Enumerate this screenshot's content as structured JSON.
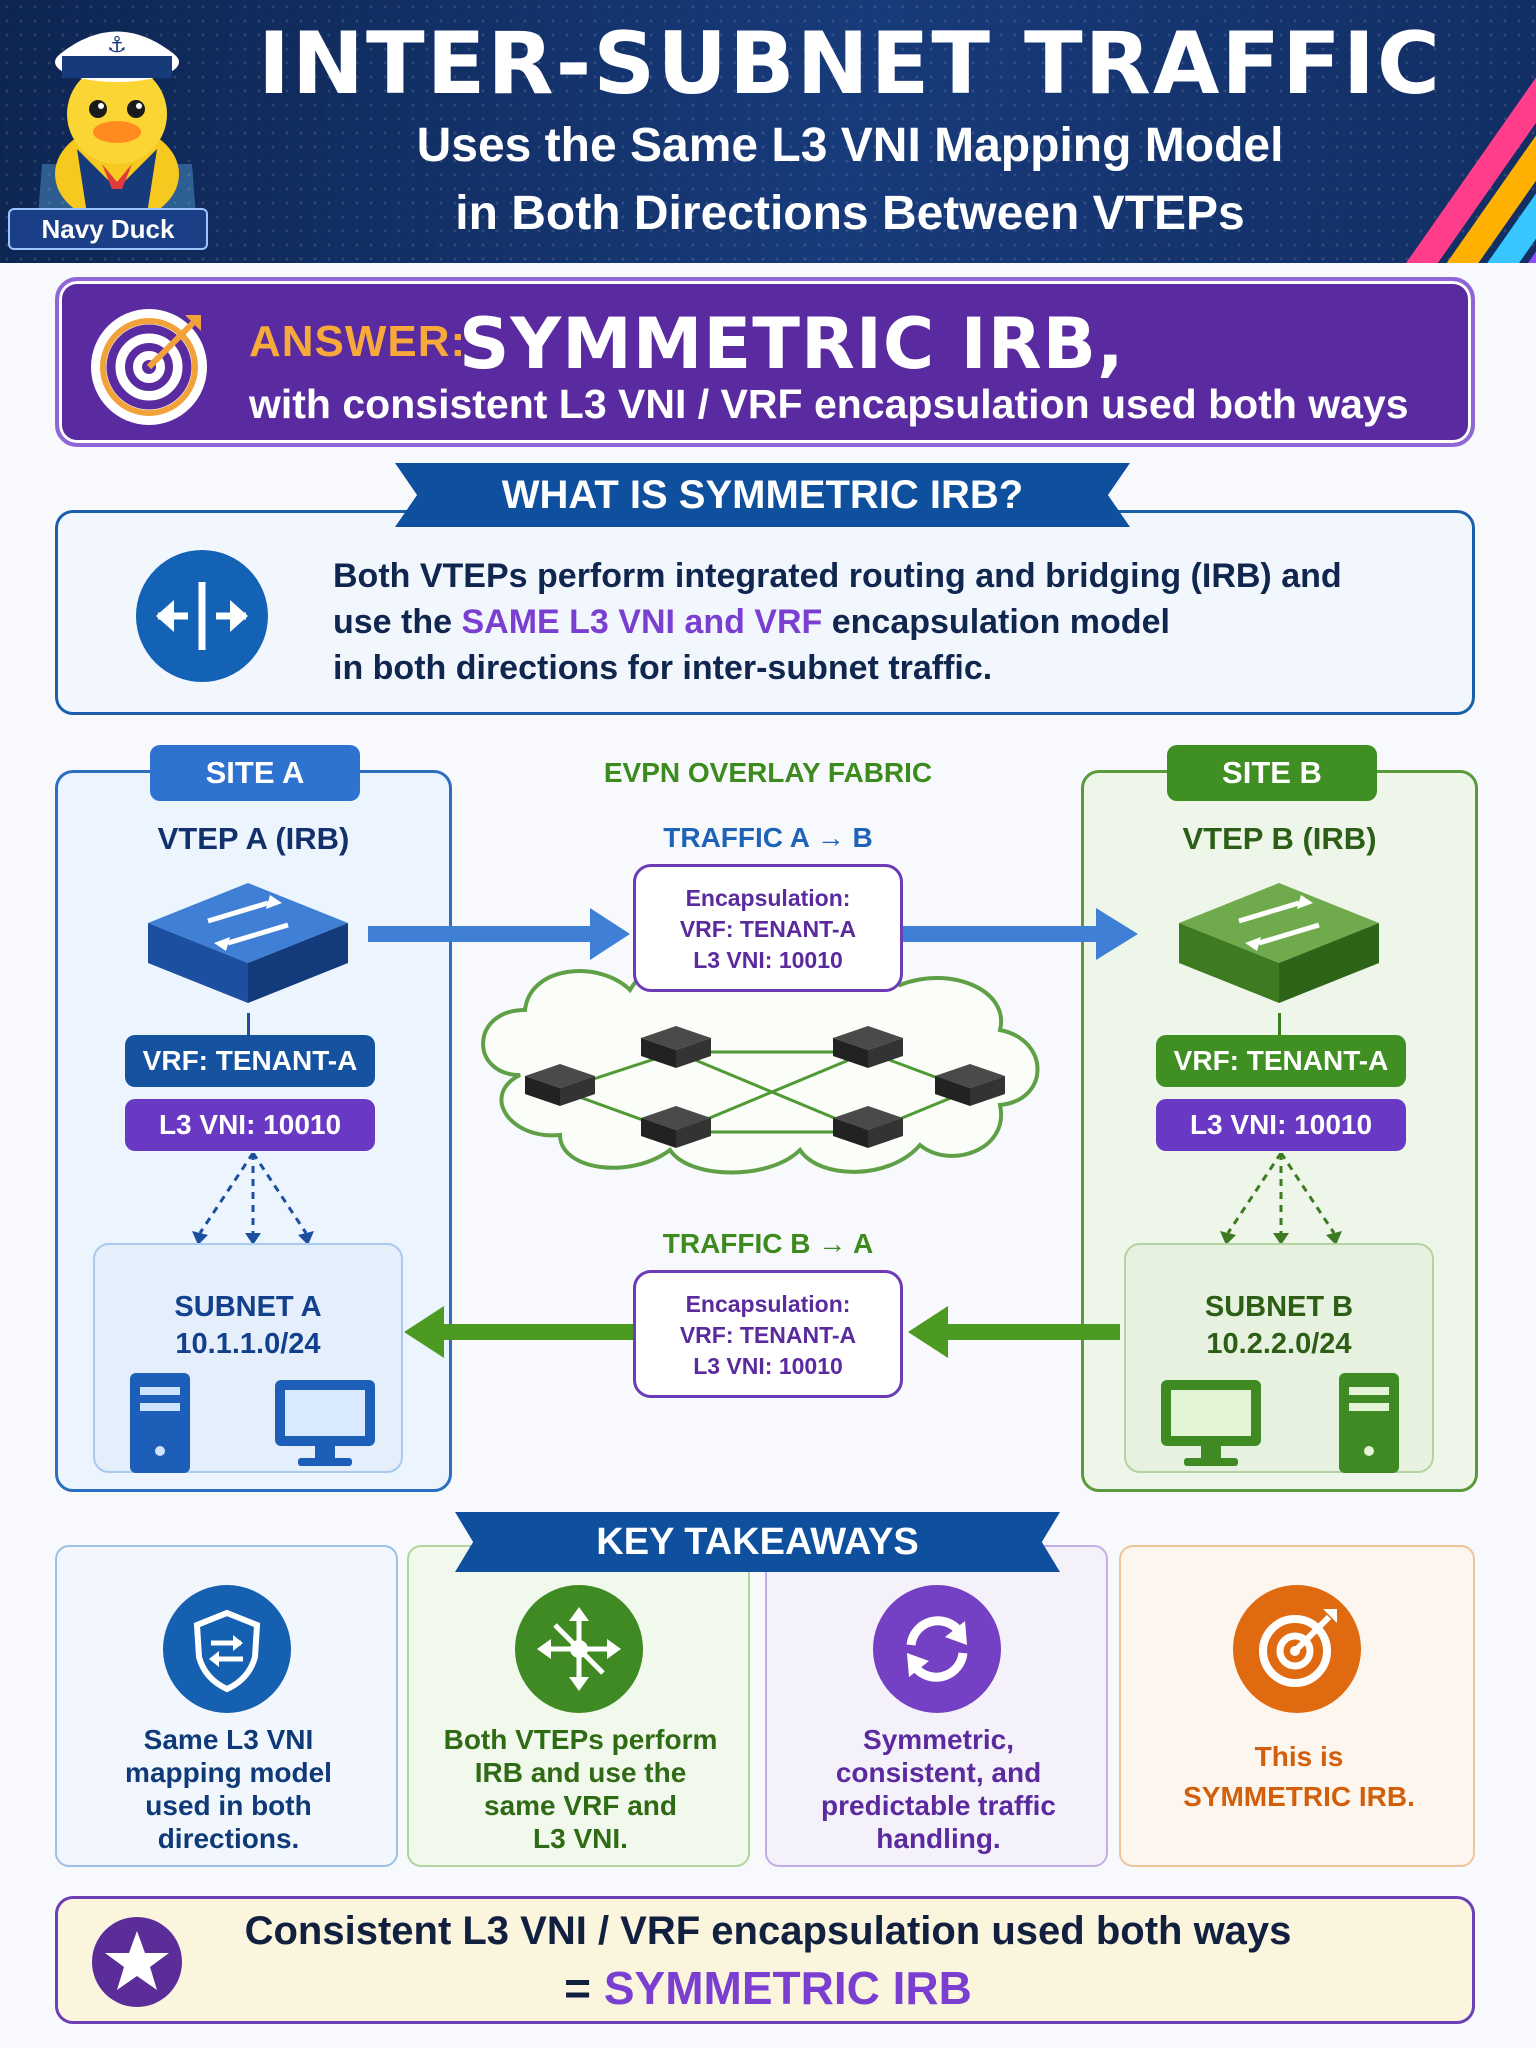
{
  "header": {
    "title": "INTER-SUBNET TRAFFIC",
    "subtitle_line1": "Uses the Same L3 VNI Mapping Model",
    "subtitle_line2": "in Both Directions Between VTEPs",
    "mascot_label": "Navy Duck",
    "stripe_colors": [
      "#ff3d8b",
      "#ffb000",
      "#37c6ff",
      "#8a4dff",
      "#ff6a3d",
      "#34d399"
    ]
  },
  "answer": {
    "label": "ANSWER:",
    "main": "SYMMETRIC IRB,",
    "sub": "with consistent L3 VNI / VRF encapsulation used both ways",
    "icon": "target-icon"
  },
  "what": {
    "ribbon": "WHAT IS SYMMETRIC IRB?",
    "icon": "bidirectional-arrows-icon",
    "line1": "Both VTEPs perform integrated routing and bridging (IRB) and",
    "line2_pre": "use the ",
    "line2_highlight": "SAME L3 VNI and VRF",
    "line2_post": " encapsulation model",
    "line3": "in both directions for inter-subnet traffic."
  },
  "siteA": {
    "tab": "SITE A",
    "vtep": "VTEP A (IRB)",
    "vrf": "VRF: TENANT-A",
    "vni": "L3 VNI: 10010",
    "subnet_name": "SUBNET A",
    "subnet_cidr": "10.1.1.0/24",
    "color": "#2c6fc0"
  },
  "siteB": {
    "tab": "SITE B",
    "vtep": "VTEP B (IRB)",
    "vrf": "VRF: TENANT-A",
    "vni": "L3 VNI: 10010",
    "subnet_name": "SUBNET B",
    "subnet_cidr": "10.2.2.0/24",
    "color": "#4f8f2c"
  },
  "fabric": {
    "title": "EVPN OVERLAY FABRIC",
    "traffic_ab": "TRAFFIC A → B",
    "traffic_ba": "TRAFFIC B → A",
    "enc_ab": [
      "Encapsulation:",
      "VRF: TENANT-A",
      "L3 VNI: 10010"
    ],
    "enc_ba": [
      "Encapsulation:",
      "VRF: TENANT-A",
      "L3 VNI: 10010"
    ]
  },
  "takeaways": {
    "ribbon": "KEY TAKEAWAYS",
    "cards": [
      {
        "icon": "shield-arrows-icon",
        "lines": [
          "Same L3 VNI",
          "mapping model",
          "used in both",
          "directions."
        ],
        "color": "#1560b0"
      },
      {
        "icon": "network-arrows-icon",
        "lines": [
          "Both VTEPs perform",
          "IRB and use the",
          "same VRF and",
          "L3 VNI."
        ],
        "color": "#3f8a22"
      },
      {
        "icon": "sync-icon",
        "lines": [
          "Symmetric,",
          "consistent, and",
          "predictable traffic",
          "handling."
        ],
        "color": "#7440c4"
      },
      {
        "icon": "target-icon",
        "lines": [
          "This is",
          "SYMMETRIC IRB."
        ],
        "color": "#e06a10"
      }
    ]
  },
  "bottom": {
    "icon": "star-icon",
    "line1": "Consistent L3 VNI / VRF encapsulation used both ways",
    "line2_pre": "= ",
    "line2_highlight": "SYMMETRIC IRB"
  }
}
